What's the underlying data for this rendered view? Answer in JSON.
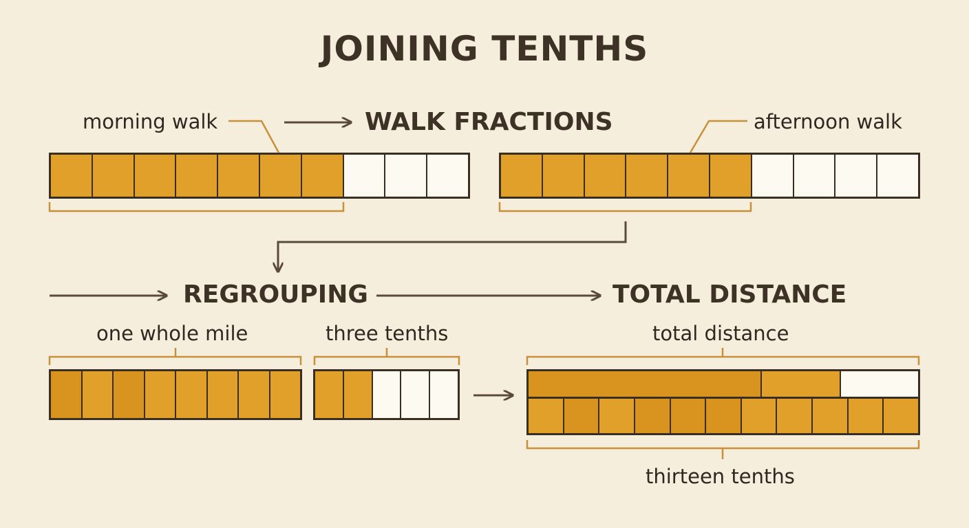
{
  "title": "JOINING TENTHS",
  "colors": {
    "fill": "#e0a02a",
    "fill_dark": "#d8941f",
    "empty": "#fdfaf2",
    "outline": "#3a2d22",
    "bracket": "#c8903a",
    "arrow": "#5a4a3e"
  },
  "steps": [
    {
      "id": "walk",
      "heading": "WALK FRACTIONS"
    },
    {
      "id": "regroup",
      "heading": "REGROUPING"
    },
    {
      "id": "total",
      "heading": "TOTAL DISTANCE"
    }
  ],
  "bars": {
    "morning": {
      "label": "morning walk",
      "total": 10,
      "filled": 7
    },
    "afternoon": {
      "label": "afternoon walk",
      "total": 10,
      "filled": 6
    },
    "whole": {
      "label": "one whole mile",
      "total": 8,
      "filled": 8
    },
    "tenths": {
      "label": "three tenths",
      "total": 5,
      "filled": 2
    },
    "total_top": {
      "label": "total distance",
      "segments": [
        6,
        2,
        2
      ],
      "filled": 2
    },
    "total_bottom": {
      "label": "thirteen tenths",
      "total": 11,
      "filled": 11
    }
  }
}
